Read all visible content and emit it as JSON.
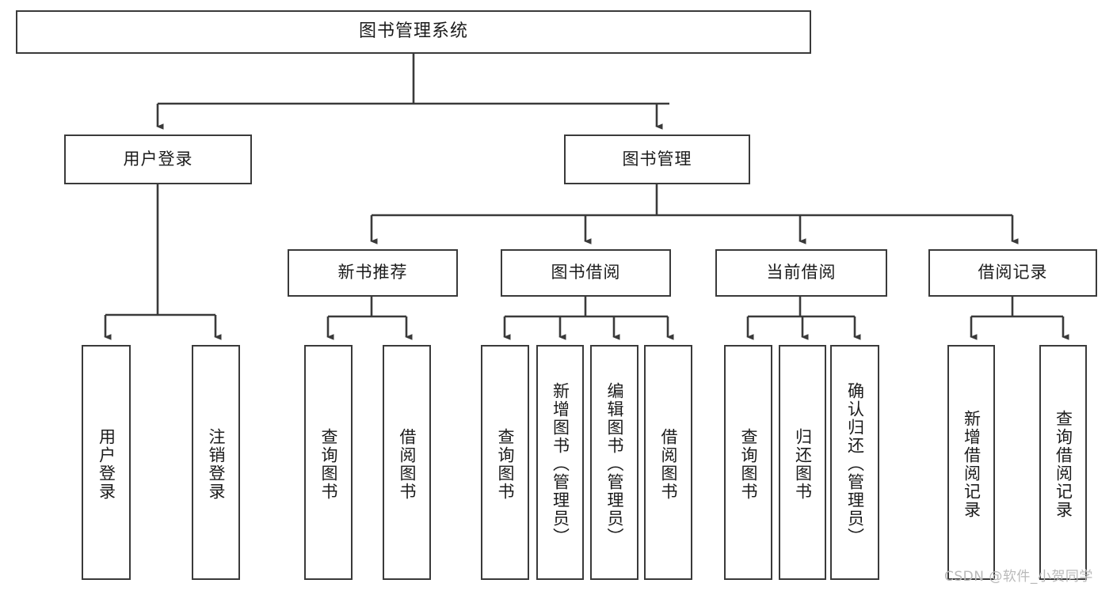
{
  "diagram": {
    "type": "tree",
    "title": "图书管理系统",
    "orientation": "top-down",
    "line_color": "#3a3a3a",
    "box_fill": "#ffffff",
    "text_color": "#1b1b1b"
  },
  "nodes": {
    "root": {
      "label": "图书管理系统",
      "level": 0
    },
    "level1": [
      {
        "label": "用户登录"
      },
      {
        "label": "图书管理"
      }
    ],
    "level2": [
      {
        "label": "新书推荐"
      },
      {
        "label": "图书借阅"
      },
      {
        "label": "当前借阅"
      },
      {
        "label": "借阅记录"
      }
    ],
    "leaves_user_login": [
      {
        "label": "用户登录"
      },
      {
        "label": "注销登录"
      }
    ],
    "leaves_new_books": [
      {
        "label": "查询图书"
      },
      {
        "label": "借阅图书"
      }
    ],
    "leaves_borrow": [
      {
        "label": "查询图书"
      },
      {
        "label": "新增图书（管理员）"
      },
      {
        "label": "编辑图书（管理员）"
      },
      {
        "label": "借阅图书"
      }
    ],
    "leaves_current": [
      {
        "label": "查询图书"
      },
      {
        "label": "归还图书"
      },
      {
        "label": "确认归还（管理员）"
      }
    ],
    "leaves_records": [
      {
        "label": "新增借阅记录"
      },
      {
        "label": "查询借阅记录"
      }
    ]
  },
  "watermark": {
    "text": "CSDN @软件_小贺同学"
  }
}
